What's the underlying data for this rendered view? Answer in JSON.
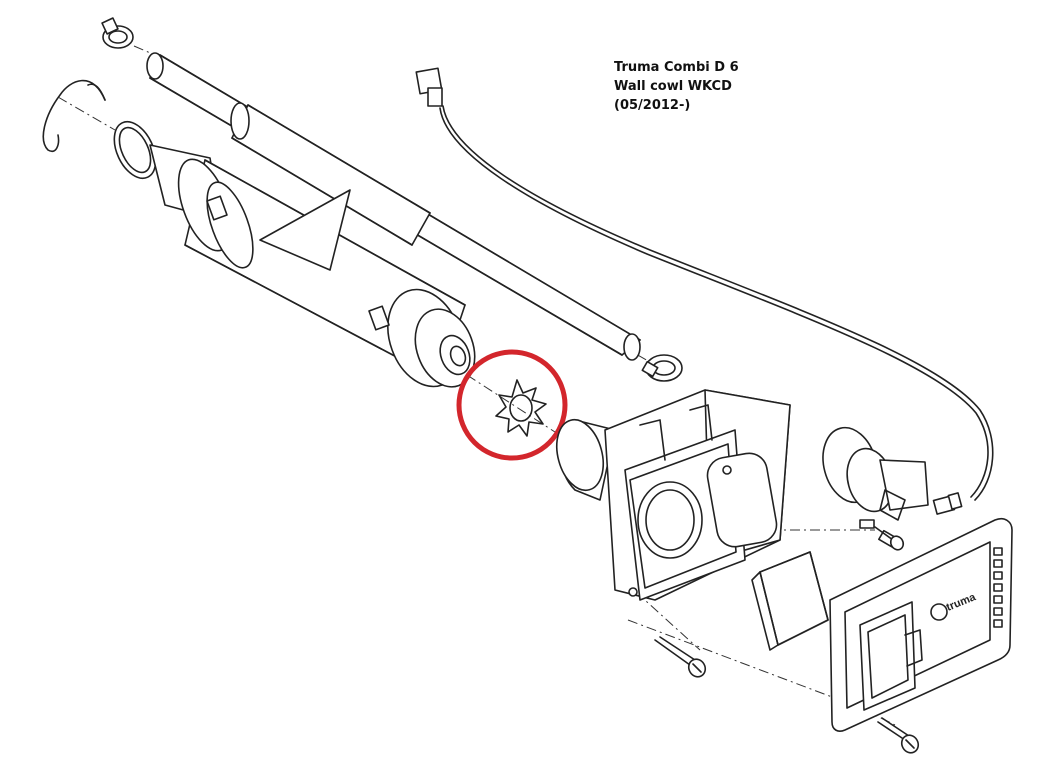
{
  "title": {
    "line1": "Truma Combi D 6",
    "line2": "Wall cowl WKCD",
    "line3": "(05/2012-)"
  },
  "logo_text": "truma",
  "highlight_color": "#d3262c",
  "line_color": "#222222"
}
